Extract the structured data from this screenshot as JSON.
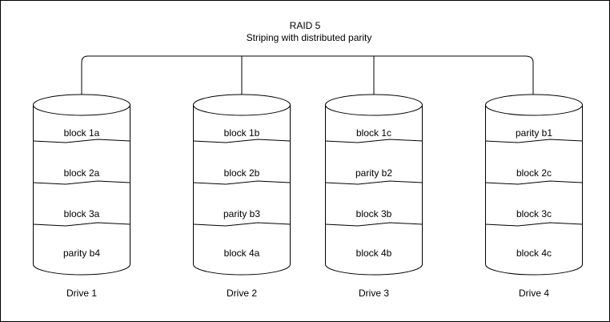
{
  "title": "RAID 5",
  "subtitle": "Striping with distributed parity",
  "drives": [
    {
      "label": "Drive 1",
      "blocks": [
        "block 1a",
        "block 2a",
        "block 3a",
        "parity b4"
      ]
    },
    {
      "label": "Drive 2",
      "blocks": [
        "block 1b",
        "block 2b",
        "parity b3",
        "block 4a"
      ]
    },
    {
      "label": "Drive 3",
      "blocks": [
        "block 1c",
        "parity b2",
        "block 3b",
        "block 4b"
      ]
    },
    {
      "label": "Drive 4",
      "blocks": [
        "parity b1",
        "block 2c",
        "block 3c",
        "block 4c"
      ]
    }
  ],
  "colors": {
    "stroke": "#000000",
    "fill": "#ffffff",
    "text": "#000000"
  }
}
